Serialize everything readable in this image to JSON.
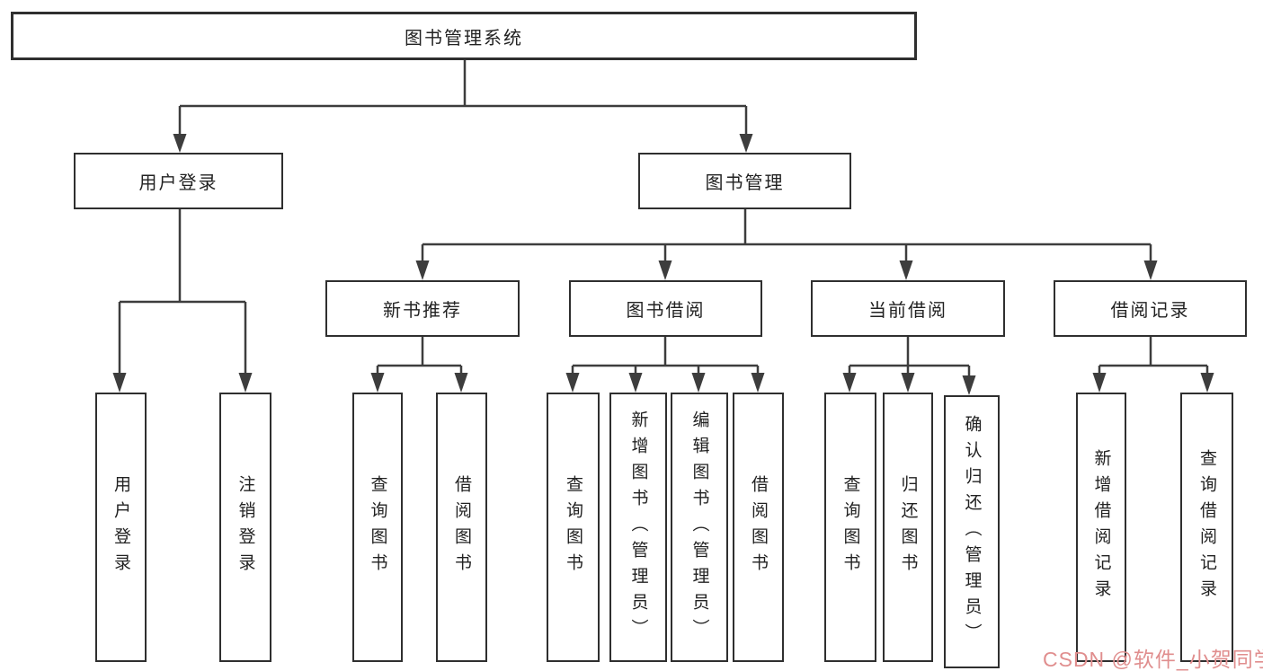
{
  "diagram_title": "图书管理系统",
  "tree": {
    "label": "图书管理系统",
    "children": [
      {
        "label": "用户登录",
        "children": [
          {
            "label": "用户登录"
          },
          {
            "label": "注销登录"
          }
        ]
      },
      {
        "label": "图书管理",
        "children": [
          {
            "label": "新书推荐",
            "children": [
              {
                "label": "查询图书"
              },
              {
                "label": "借阅图书"
              }
            ]
          },
          {
            "label": "图书借阅",
            "children": [
              {
                "label": "查询图书"
              },
              {
                "label": "新增图书（管理员）"
              },
              {
                "label": "编辑图书（管理员）"
              },
              {
                "label": "借阅图书"
              }
            ]
          },
          {
            "label": "当前借阅",
            "children": [
              {
                "label": "查询图书"
              },
              {
                "label": "归还图书"
              },
              {
                "label": "确认归还（管理员）"
              }
            ]
          },
          {
            "label": "借阅记录",
            "children": [
              {
                "label": "新增借阅记录"
              },
              {
                "label": "查询借阅记录"
              }
            ]
          }
        ]
      }
    ]
  },
  "watermark": {
    "text": "CSDN @软件_小贺同学",
    "color": "#e08e8e"
  },
  "colors": {
    "line": "#3d3d3d",
    "box_border": "#2f2f2f",
    "text": "#222222",
    "background": "#ffffff"
  }
}
